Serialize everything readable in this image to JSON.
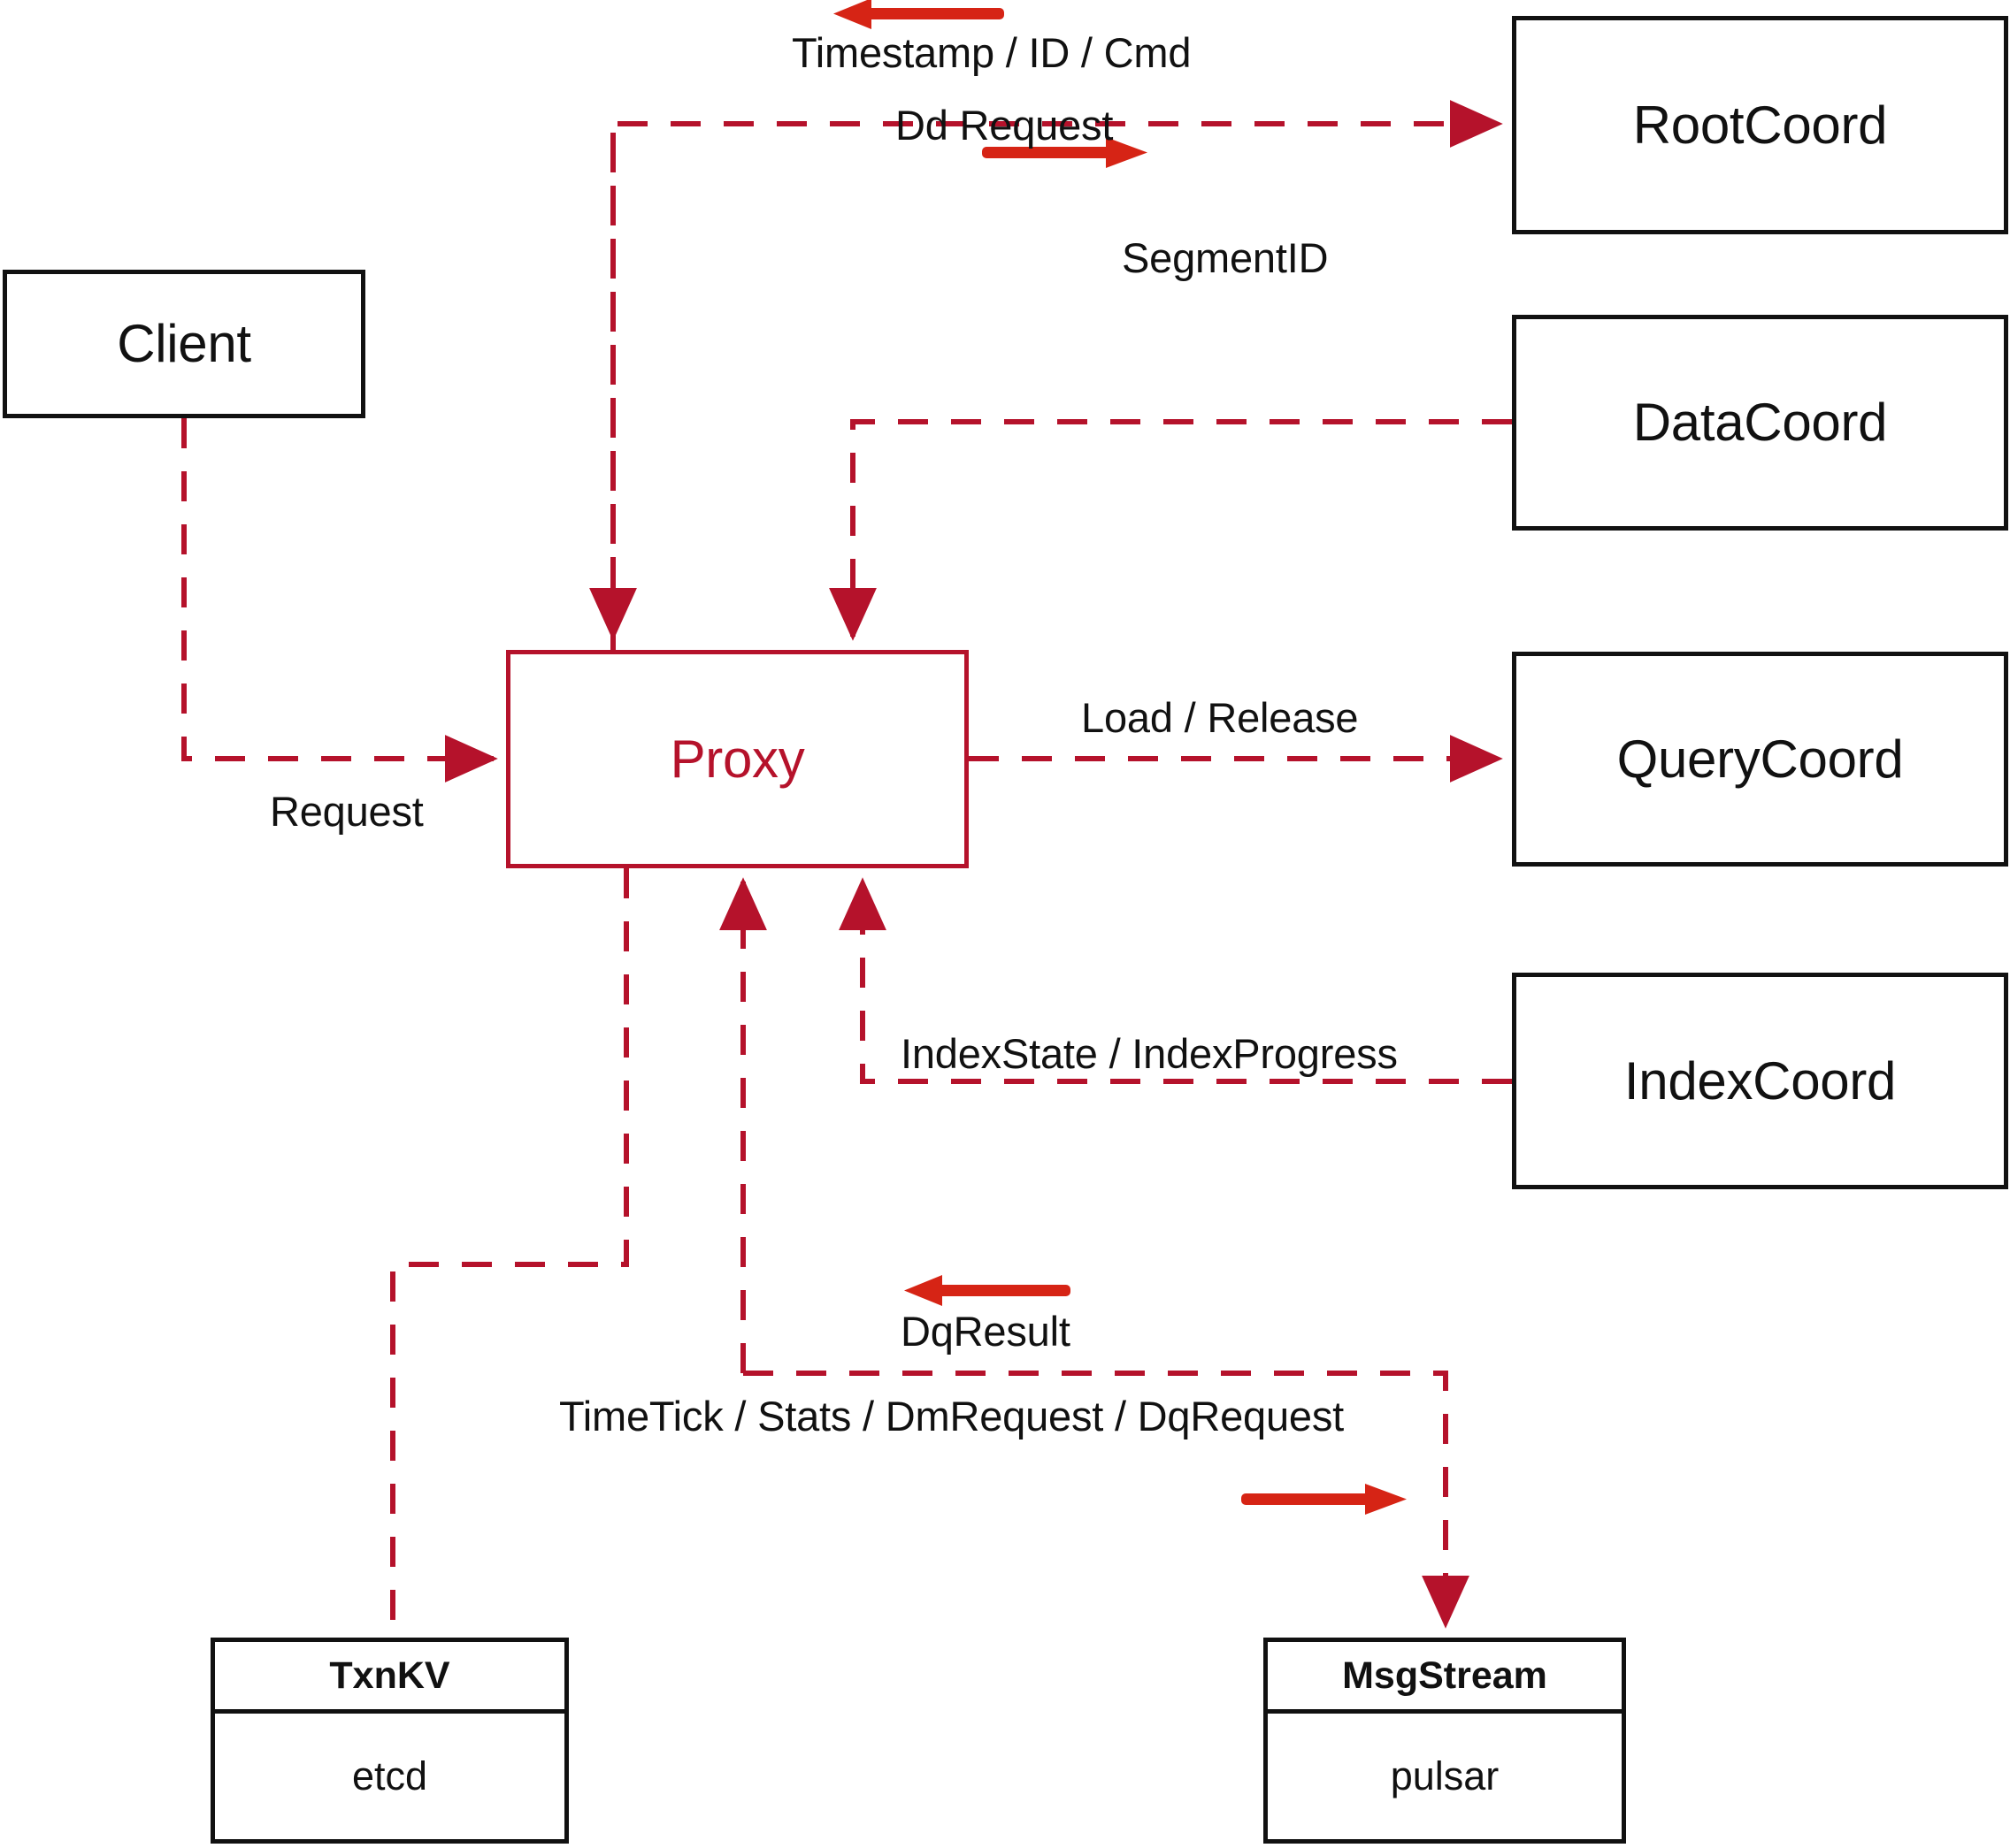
{
  "diagram": {
    "title": "Proxy component interaction diagram",
    "colors": {
      "node_stroke": "#111111",
      "accent_stroke": "#b5122b",
      "edge_dash": "#b5122b",
      "direction_arrow": "#d62415",
      "background": "#ffffff"
    },
    "nodes": [
      {
        "id": "client",
        "label": "Client"
      },
      {
        "id": "proxy",
        "label": "Proxy"
      },
      {
        "id": "rootcoord",
        "label": "RootCoord"
      },
      {
        "id": "datacoord",
        "label": "DataCoord"
      },
      {
        "id": "querycoord",
        "label": "QueryCoord"
      },
      {
        "id": "indexcoord",
        "label": "IndexCoord"
      }
    ],
    "split_nodes": [
      {
        "id": "txnkv",
        "head": "TxnKV",
        "body": "etcd"
      },
      {
        "id": "msgstream",
        "head": "MsgStream",
        "body": "pulsar"
      }
    ],
    "edge_labels": [
      {
        "id": "timestamp-id-cmd",
        "text": "Timestamp / ID / Cmd"
      },
      {
        "id": "dd-request",
        "text": "Dd Request"
      },
      {
        "id": "segment-id",
        "text": "SegmentID"
      },
      {
        "id": "request",
        "text": "Request"
      },
      {
        "id": "load-release",
        "text": "Load / Release"
      },
      {
        "id": "index-state-progress",
        "text": "IndexState / IndexProgress"
      },
      {
        "id": "dq-result",
        "text": "DqResult"
      },
      {
        "id": "timetick-stats-dmrequest-dqrequest",
        "text": "TimeTick / Stats / DmRequest / DqRequest"
      }
    ]
  }
}
